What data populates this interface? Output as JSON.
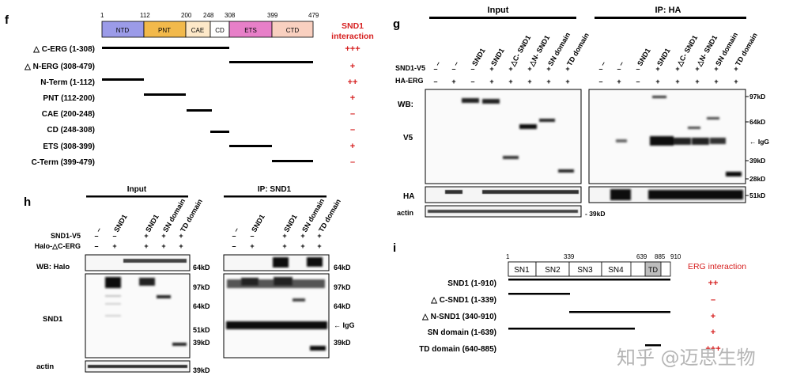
{
  "panel_f": {
    "letter": "f",
    "positions": [
      "1",
      "112",
      "200",
      "248",
      "308",
      "399",
      "479"
    ],
    "domains": [
      {
        "label": "NTD",
        "color": "#9b9be8"
      },
      {
        "label": "PNT",
        "color": "#f2b94b"
      },
      {
        "label": "CAE",
        "color": "#fde8c8"
      },
      {
        "label": "CD",
        "color": "#ffffff"
      },
      {
        "label": "ETS",
        "color": "#e77fc8"
      },
      {
        "label": "CTD",
        "color": "#f9d0c0"
      }
    ],
    "header": [
      "SND1",
      "interaction"
    ],
    "rows": [
      {
        "label": "△ C-ERG (1-308)",
        "score": "+++"
      },
      {
        "label": "△ N-ERG (308-479)",
        "score": "+"
      },
      {
        "label": "N-Term (1-112)",
        "score": "++"
      },
      {
        "label": "PNT (112-200)",
        "score": "+"
      },
      {
        "label": "CAE (200-248)",
        "score": "–"
      },
      {
        "label": "CD (248-308)",
        "score": "–"
      },
      {
        "label": "ETS (308-399)",
        "score": "+"
      },
      {
        "label": "C-Term (399-479)",
        "score": "–"
      }
    ]
  },
  "panel_g": {
    "letter": "g",
    "input_title": "Input",
    "ip_title": "IP: HA",
    "row1_label": "SND1-V5",
    "row2_label": "HA-ERG",
    "lanes": [
      "–",
      "–",
      "SND1",
      "SND1",
      "△C- SND1",
      "△N- SND1",
      "SN domain",
      "TD domain"
    ],
    "row1": [
      "–",
      "–",
      "–",
      "+",
      "+",
      "+",
      "+",
      "+"
    ],
    "row2": [
      "–",
      "+",
      "–",
      "+",
      "+",
      "+",
      "+",
      "+"
    ],
    "wb": "WB:",
    "v5": "V5",
    "ha": "HA",
    "actin": "actin",
    "right_markers": [
      "97kD",
      "64kD",
      "← IgG",
      "39kD",
      "28kD"
    ],
    "ha_marker": "51kD",
    "actin_marker": "39kD"
  },
  "panel_h": {
    "letter": "h",
    "input_title": "Input",
    "ip_title": "IP: SND1",
    "row1_label": "SND1-V5",
    "row2_label": "Halo-△C-ERG",
    "lanes": [
      "–",
      "SND1",
      "SND1",
      "SN domain",
      "TD domain"
    ],
    "row1": [
      "–",
      "–",
      "+",
      "+",
      "+"
    ],
    "row2": [
      "–",
      "+",
      "+",
      "+",
      "+"
    ],
    "wb_halo": "WB:  Halo",
    "snd1": "SND1",
    "actin": "actin",
    "halo_marker": "64kD",
    "mid_markers": [
      "97kD",
      "64kD",
      "51kD",
      "39kD"
    ],
    "ip_markers": [
      "97kD",
      "64kD",
      "← IgG",
      "39kD"
    ],
    "actin_marker": "39kD"
  },
  "panel_i": {
    "letter": "i",
    "positions": [
      "1",
      "339",
      "639",
      "885",
      "910"
    ],
    "domains": [
      "SN1",
      "SN2",
      "SN3",
      "SN4",
      "TD"
    ],
    "header": "ERG interaction",
    "rows": [
      {
        "label": "SND1 (1-910)",
        "score": "++"
      },
      {
        "label": "△ C-SND1 (1-339)",
        "score": "–"
      },
      {
        "label": "△ N-SND1 (340-910)",
        "score": "+"
      },
      {
        "label": "SN domain (1-639)",
        "score": "+"
      },
      {
        "label": "TD domain (640-885)",
        "score": "+++"
      }
    ]
  },
  "watermark": "知乎 @迈思生物"
}
